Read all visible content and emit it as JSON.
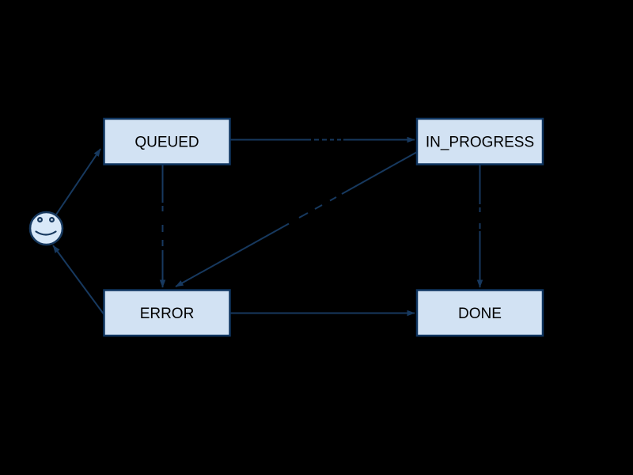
{
  "diagram": {
    "type": "state-machine",
    "background_color": "#000000",
    "colors": {
      "node_fill": "#d2e2f3",
      "node_border": "#0f3560",
      "edge": "#17395f",
      "node_text": "#000000",
      "actor_fill": "#d8e8f8"
    },
    "nodes": {
      "actor": {
        "label": "",
        "shape": "smiley-face"
      },
      "queued": {
        "label": "QUEUED"
      },
      "in_progress": {
        "label": "IN_PROGRESS"
      },
      "error": {
        "label": "ERROR"
      },
      "done": {
        "label": "DONE"
      }
    },
    "edges": [
      {
        "from": "actor",
        "to": "QUEUED",
        "label_obscured": false
      },
      {
        "from": "QUEUED",
        "to": "IN_PROGRESS",
        "label_obscured": true
      },
      {
        "from": "QUEUED",
        "to": "ERROR",
        "label_obscured": true
      },
      {
        "from": "IN_PROGRESS",
        "to": "ERROR",
        "label_obscured": true
      },
      {
        "from": "IN_PROGRESS",
        "to": "DONE",
        "label_obscured": true
      },
      {
        "from": "ERROR",
        "to": "DONE",
        "label_obscured": false
      },
      {
        "from": "ERROR",
        "to": "actor",
        "label_obscured": false
      }
    ]
  }
}
